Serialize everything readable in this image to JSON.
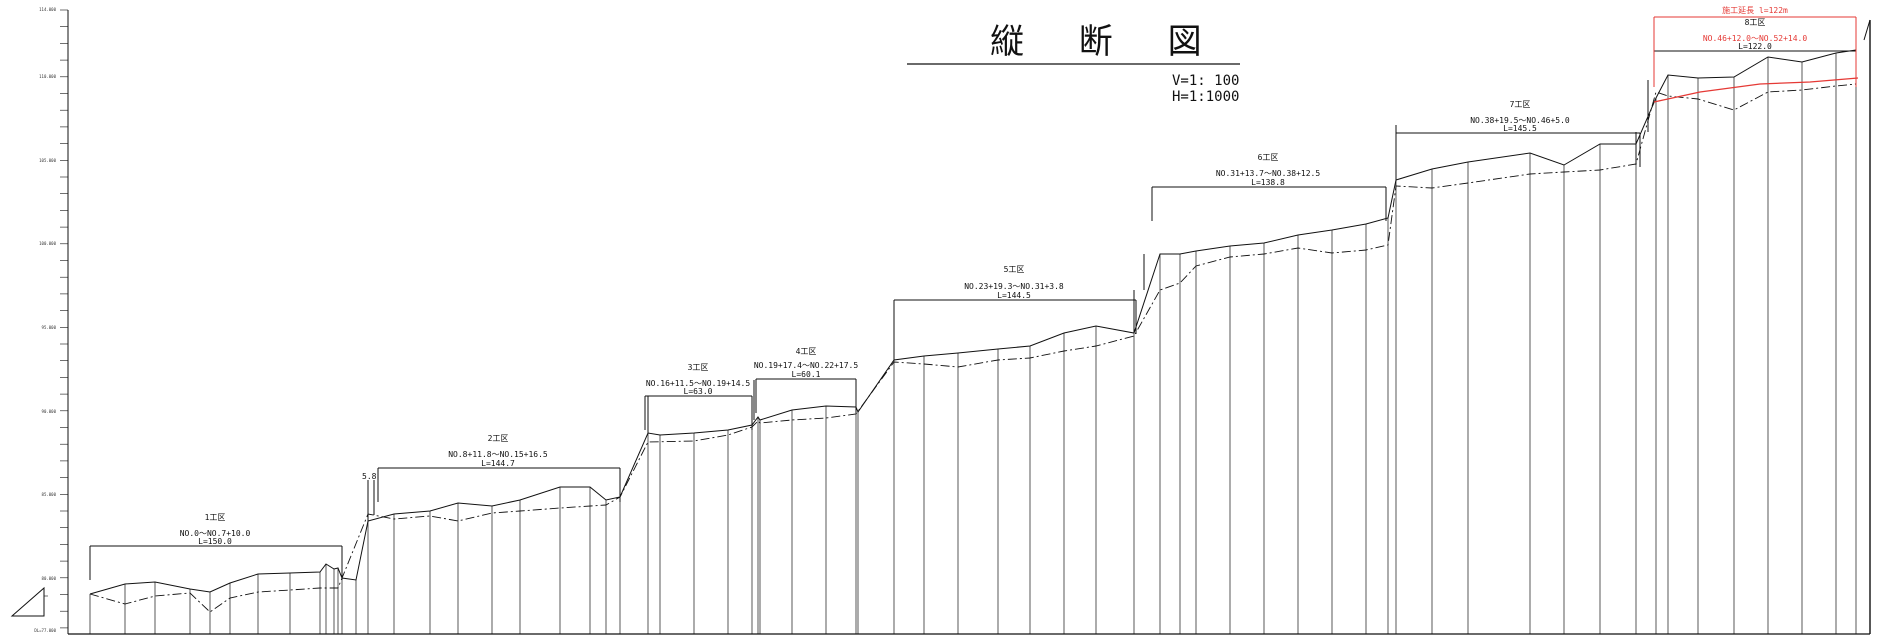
{
  "title": "縦 断 図",
  "scale": {
    "vertical": "V=1: 100",
    "horizontal": "H=1:1000"
  },
  "sections": [
    {
      "name": "1工区",
      "range": "NO.0～NO.7+10.0",
      "length": "L=150.0",
      "color": "#111111"
    },
    {
      "name": "2工区",
      "range": "NO.8+11.8～NO.15+16.5",
      "length": "L=144.7",
      "color": "#111111"
    },
    {
      "name": "3工区",
      "range": "NO.16+11.5～NO.19+14.5",
      "length": "L=63.0",
      "color": "#111111"
    },
    {
      "name": "4工区",
      "range": "NO.19+17.4～NO.22+17.5",
      "length": "L=60.1",
      "color": "#111111"
    },
    {
      "name": "5工区",
      "range": "NO.23+19.3～NO.31+3.8",
      "length": "L=144.5",
      "color": "#111111"
    },
    {
      "name": "6工区",
      "range": "NO.31+13.7～NO.38+12.5",
      "length": "L=138.8",
      "color": "#111111"
    },
    {
      "name": "7工区",
      "range": "NO.38+19.5～NO.46+5.0",
      "length": "L=145.5",
      "color": "#111111"
    },
    {
      "name": "8工区",
      "range": "NO.46+12.0～NO.52+14.0",
      "length": "L=122.0",
      "color": "#e53935"
    }
  ],
  "extension_label": "施工延長 l=122m",
  "step_label": "5.8",
  "elevation_ticks": [
    "114.000",
    "110.000",
    "105.000",
    "100.000",
    "95.000",
    "90.000",
    "85.000",
    "80.000",
    "DL=77.000"
  ],
  "colors": {
    "line": "#111111",
    "accent": "#e53935"
  }
}
